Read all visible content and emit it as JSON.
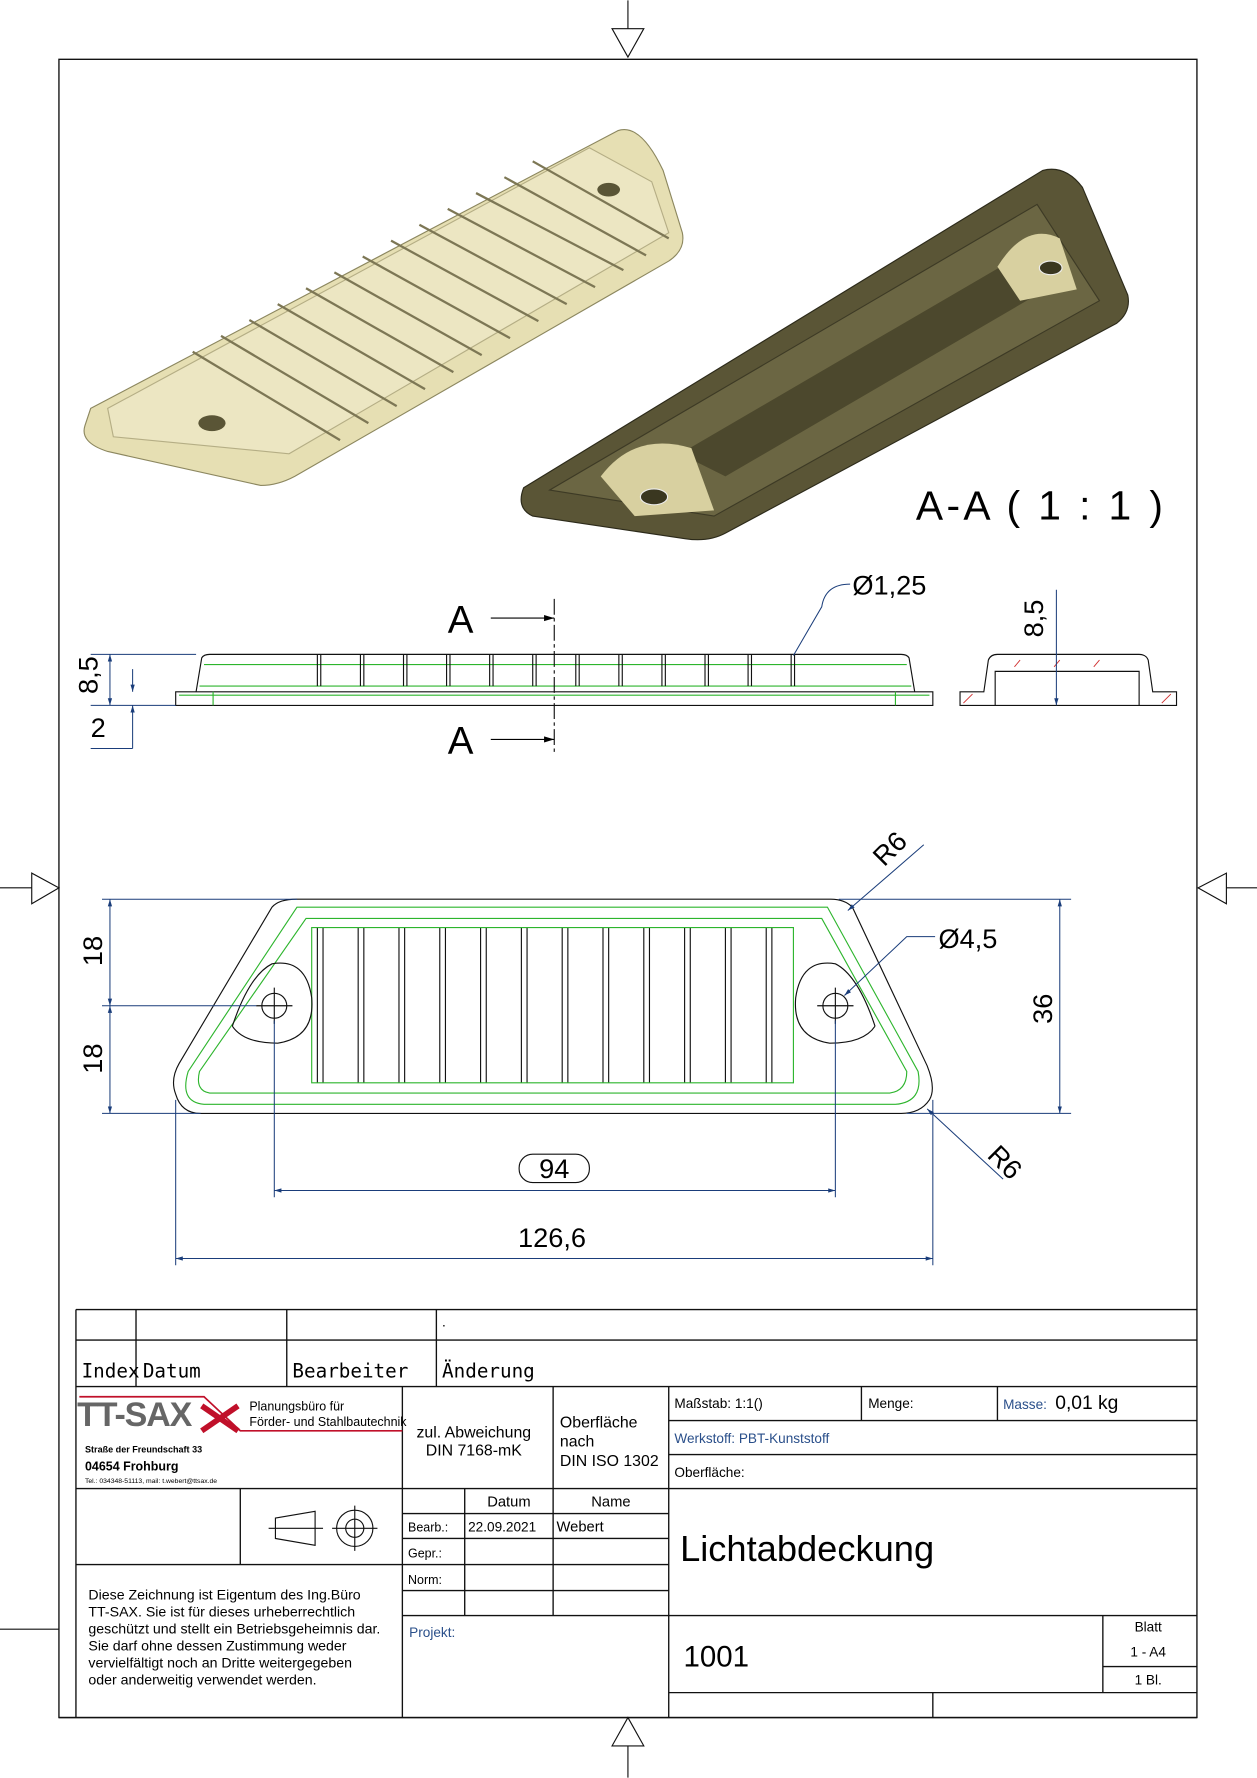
{
  "drawing": {
    "section_label": "A-A ( 1 : 1 )",
    "cut_label_top": "A",
    "cut_label_bottom": "A",
    "dims": {
      "hole_small": "Ø1,25",
      "height_side": "8,5",
      "base_thickness": "2",
      "height_section": "8,5",
      "radius_top": "R6",
      "radius_bottom": "R6",
      "hole_large": "Ø4,5",
      "half_width_top": "18",
      "half_width_bottom": "18",
      "width": "36",
      "hole_distance": "94",
      "length": "126,6"
    },
    "colors": {
      "part": "#e6dfb3",
      "part_dark": "#5a5536",
      "edges_green": "#2db52d",
      "dims": "#1a3d7a"
    }
  },
  "revision_table": {
    "dot": ".",
    "headers": [
      "Index",
      "Datum",
      "Bearbeiter",
      "Änderung"
    ]
  },
  "title_block": {
    "logo": "TT-SAX",
    "company_line1": "Planungsbüro für",
    "company_line2": "Förder- und Stahlbautechnik",
    "street": "Straße der Freundschaft 33",
    "city": "04654 Frohburg",
    "contact": "Tel.: 034348-51113, mail: t.webert@ttsax.de",
    "tolerance_line1": "zul. Abweichung",
    "tolerance_line2": "DIN 7168-mK",
    "surface_line1": "Oberfläche",
    "surface_line2": "nach",
    "surface_line3": "DIN ISO 1302",
    "scale": "Maßstab: 1:1()",
    "quantity": "Menge:",
    "mass_label": "Masse:",
    "mass_value": "0,01 kg",
    "material": "Werkstoff: PBT-Kunststoff",
    "surface": "Oberfläche:",
    "col_date": "Datum",
    "col_name": "Name",
    "row_bearb": "Bearb.:",
    "row_gepr": "Gepr.:",
    "row_norm": "Norm:",
    "bearb_date": "22.09.2021",
    "bearb_name": "Webert",
    "title": "Lichtabdeckung",
    "project": "Projekt:",
    "drawing_number": "1001",
    "sheet_label": "Blatt",
    "sheet_format": "1  -  A4",
    "sheet_count": "1   Bl.",
    "notice": [
      "Diese Zeichnung ist Eigentum des Ing.Büro",
      "TT-SAX. Sie ist für dieses urheberrechtlich",
      "geschützt und stellt ein Betriebsgeheimnis dar.",
      "Sie darf ohne dessen Zustimmung weder",
      "vervielfältigt noch an Dritte weitergegeben",
      "oder anderweitig verwendet werden."
    ]
  }
}
